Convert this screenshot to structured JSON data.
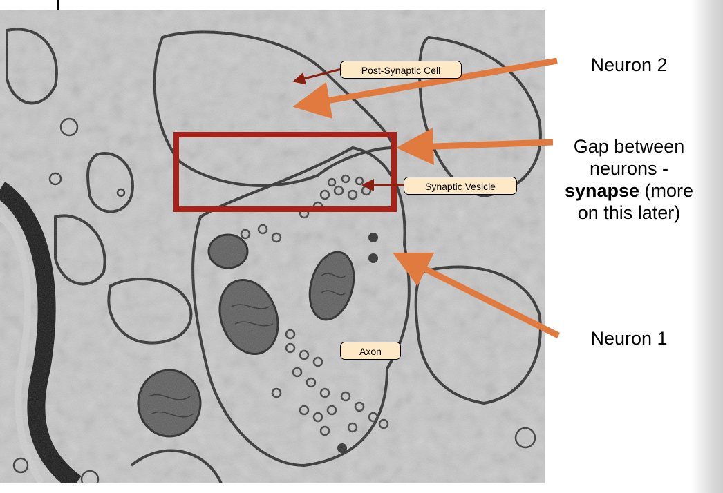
{
  "annotations": {
    "post_synaptic": "Post-Synaptic Cell",
    "synaptic_vesicle": "Synaptic Vesicle",
    "axon": "Axon"
  },
  "callouts": {
    "neuron2": "Neuron 2",
    "gap_line1": "Gap between",
    "gap_line2": "neurons -",
    "gap_bold": "synapse",
    "gap_rest": " (more",
    "gap_line4": "on this later)",
    "neuron1": "Neuron 1"
  },
  "colors": {
    "arrow": "#e07a3e",
    "small_arrow": "#8a1e10",
    "highlight_box": "#a8221a",
    "tag_fill": "#fde9c6"
  },
  "icons": [
    "arrow",
    "highlight-box"
  ]
}
